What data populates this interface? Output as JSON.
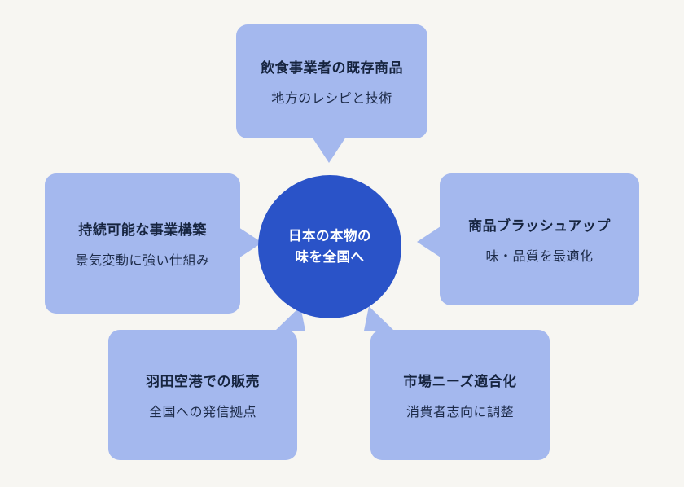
{
  "colors": {
    "background": "#f7f6f2",
    "bubble": "#a4b8ee",
    "circle": "#2a53c8",
    "title_text": "#16243f",
    "subtitle_text": "#1d2b49",
    "circle_text": "#ffffff"
  },
  "center": {
    "line1": "日本の本物の",
    "line2": "味を全国へ"
  },
  "bubbles": [
    {
      "id": "top",
      "title": "飲食事業者の既存商品",
      "subtitle": "地方のレシピと技術"
    },
    {
      "id": "left",
      "title": "持続可能な事業構築",
      "subtitle": "景気変動に強い仕組み"
    },
    {
      "id": "right",
      "title": "商品ブラッシュアップ",
      "subtitle": "味・品質を最適化"
    },
    {
      "id": "bottom-left",
      "title": "羽田空港での販売",
      "subtitle": "全国への発信拠点"
    },
    {
      "id": "bottom-right",
      "title": "市場ニーズ適合化",
      "subtitle": "消費者志向に調整"
    }
  ]
}
